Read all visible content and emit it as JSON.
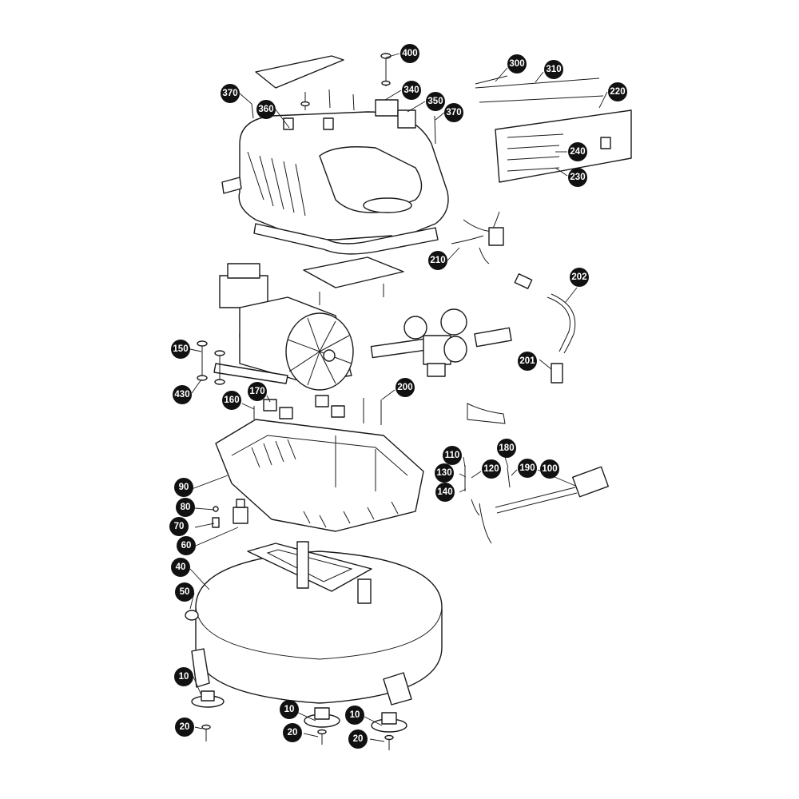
{
  "callouts": {
    "c10a": "10",
    "c10b": "10",
    "c10c": "10",
    "c20a": "20",
    "c20b": "20",
    "c20c": "20",
    "c40": "40",
    "c50": "50",
    "c60": "60",
    "c70": "70",
    "c80": "80",
    "c90": "90",
    "c100": "100",
    "c110": "110",
    "c120": "120",
    "c130": "130",
    "c140": "140",
    "c150": "150",
    "c160": "160",
    "c170": "170",
    "c180": "180",
    "c190": "190",
    "c200": "200",
    "c201": "201",
    "c202": "202",
    "c210": "210",
    "c220": "220",
    "c230": "230",
    "c240": "240",
    "c300": "300",
    "c310": "310",
    "c340": "340",
    "c350": "350",
    "c360": "360",
    "c370a": "370",
    "c370b": "370",
    "c400": "400",
    "c430": "430"
  },
  "colors": {
    "ink": "#1a1a1a",
    "callout_fill": "#111111",
    "callout_text": "#ffffff",
    "paper": "#ffffff"
  }
}
